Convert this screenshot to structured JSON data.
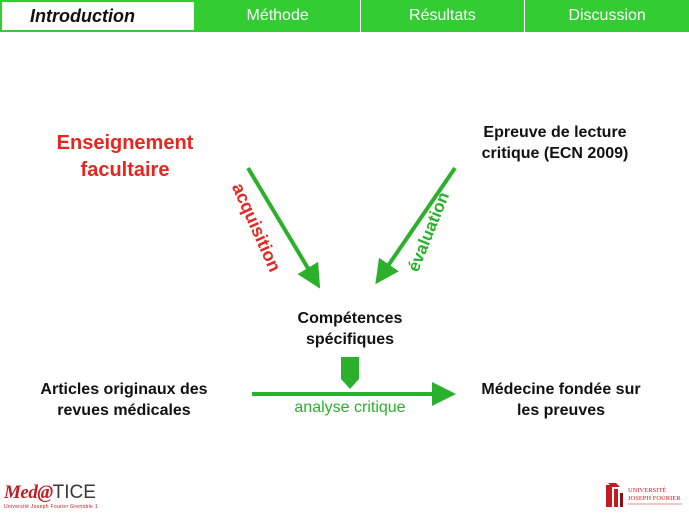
{
  "nav": {
    "tabs": [
      {
        "label": "Introduction",
        "active": true
      },
      {
        "label": "Méthode",
        "active": false
      },
      {
        "label": "Résultats",
        "active": false
      },
      {
        "label": "Discussion",
        "active": false
      }
    ],
    "bar_color": "#33cc33"
  },
  "diagram": {
    "nodes": {
      "enseignement": {
        "line1": "Enseignement",
        "line2": "facultaire",
        "color": "#e8261f"
      },
      "epreuve": {
        "line1": "Epreuve de lecture",
        "line2": "critique (ECN 2009)"
      },
      "competences": {
        "line1": "Compétences",
        "line2": "spécifiques"
      },
      "articles": {
        "line1": "Articles originaux des",
        "line2": "revues médicales"
      },
      "medecine": {
        "line1": "Médecine fondée sur",
        "line2": "les preuves"
      }
    },
    "edges": {
      "acquisition": {
        "label": "acquisition",
        "color": "#e8261f"
      },
      "evaluation": {
        "label": "évaluation",
        "color": "#2bb02b"
      },
      "analyse": {
        "label": "analyse critique",
        "color": "#2bb02b"
      }
    },
    "arrow_color": "#2bb02b"
  },
  "footer": {
    "logo_left": {
      "brand_main": "Med@",
      "brand_suffix": "TICE",
      "subtitle": "Université Joseph Fourier Grenoble 1"
    },
    "logo_right": {
      "line1": "UNIVERSITÉ",
      "line2": "JOSEPH FOURIER"
    }
  }
}
